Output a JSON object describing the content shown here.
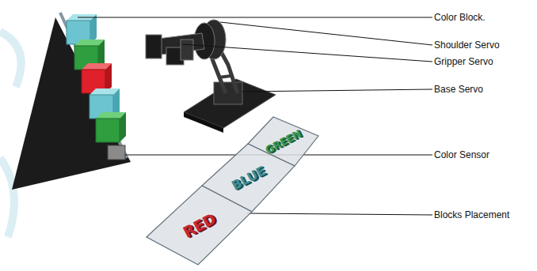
{
  "diagram": {
    "nodes": [
      {
        "text": [
          "GREEN"
        ]
      },
      {
        "text": [
          "BLUE"
        ]
      },
      {
        "text": [
          "RED"
        ]
      }
    ],
    "labels": [
      "Color Block.",
      "Shoulder Servo",
      "Gripper Servo",
      "Base Servo",
      "Color Sensor",
      "Blocks Placement"
    ]
  }
}
